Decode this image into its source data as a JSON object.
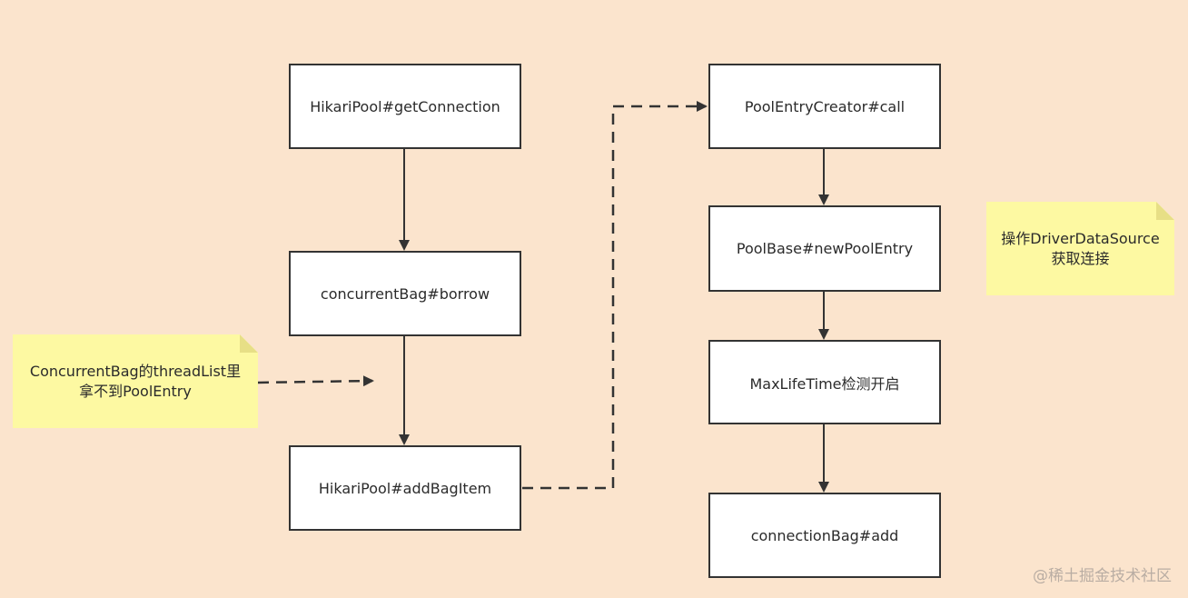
{
  "colors": {
    "background": "#fbe4cd",
    "node_fill": "#ffffff",
    "node_border": "#333333",
    "note_fill": "#fdf9a2",
    "arrow": "#333333"
  },
  "nodes": {
    "get_connection": "HikariPool#getConnection",
    "borrow": "concurrentBag#borrow",
    "add_bag_item": "HikariPool#addBagItem",
    "pool_entry_creator": "PoolEntryCreator#call",
    "new_pool_entry": "PoolBase#newPoolEntry",
    "max_life_time": "MaxLifeTime检测开启",
    "connection_bag_add": "connectionBag#add"
  },
  "notes": {
    "thread_list": "ConcurrentBag的threadList里\n拿不到PoolEntry",
    "driver_data_source": "操作DriverDataSource\n获取连接"
  },
  "watermark": "@稀土掘金技术社区"
}
